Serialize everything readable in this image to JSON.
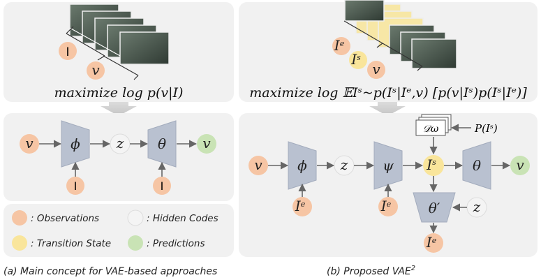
{
  "colors": {
    "observation": "#f6c5a4",
    "hidden": "#f4f4f4",
    "transition": "#f9e59b",
    "prediction": "#c9e3b5",
    "encoder": "#b9c1d0",
    "panel": "#f1f1f1"
  },
  "left": {
    "top_labels": {
      "image": "I",
      "video": "v"
    },
    "objective": "maximize log p(v|I)",
    "flow": {
      "input": "v",
      "enc": "ϕ",
      "latent": "z",
      "dec": "θ",
      "output": "v",
      "cond1": "I",
      "cond2": "I"
    },
    "legend": [
      {
        "label": ": Observations",
        "color": "observation"
      },
      {
        "label": ": Hidden Codes",
        "color": "hidden"
      },
      {
        "label": ": Transition State",
        "color": "transition"
      },
      {
        "label": ": Predictions",
        "color": "prediction"
      }
    ],
    "caption": "(a)  Main concept for VAE-based approaches"
  },
  "right": {
    "top_labels": {
      "ie": "I",
      "ie_sup": "e",
      "is": "I",
      "is_sup": "s",
      "video": "v"
    },
    "objective": "maximize log 𝔼Iˢ~p(Iˢ|Iᵉ,v) [p(v|Iˢ)p(Iˢ|Iᵉ)]",
    "dataset": "𝒟ω",
    "prior": "P(Iˢ)",
    "flow": {
      "input": "v",
      "enc": "ϕ",
      "latent": "z",
      "psi": "ψ",
      "state": "I",
      "state_sup": "s",
      "dec": "θ",
      "output": "v",
      "cond1": "I",
      "cond1_sup": "e",
      "cond2": "I",
      "cond2_sup": "e",
      "dec2": "θ′",
      "z2": "z",
      "out2": "I",
      "out2_sup": "e"
    },
    "caption": "(b) Proposed VAE",
    "caption_sup": "2"
  }
}
